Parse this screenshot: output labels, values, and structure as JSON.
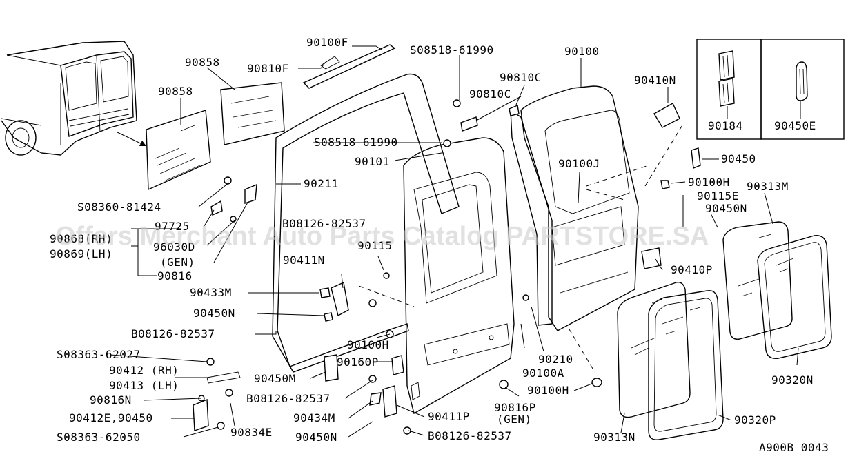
{
  "diagram": {
    "code": "A900B 0043",
    "watermark": "Offers Merchant Auto Parts Catalog PARTSTORE.SA",
    "labels": {
      "l_90100F": "90100F",
      "l_08518a": "S08518-61990",
      "l_90100": "90100",
      "l_90858a": "90858",
      "l_90810Fa": "90810F",
      "l_90810Ca": "90810C",
      "l_90858b": "90858",
      "l_90810Cb": "90810C",
      "l_90410N": "90410N",
      "l_08518b": "S08518-61990",
      "l_90101": "90101",
      "l_90211": "90211",
      "l_90100J": "90100J",
      "l_90450": "90450",
      "l_90100H_a": "90100H",
      "l_08360": "S08360-81424",
      "l_90313M": "90313M",
      "l_90115E": "90115E",
      "l_90450N_a": "90450N",
      "l_97725": "97725",
      "l_08126a": "B08126-82537",
      "l_90868": "90868(RH)",
      "l_90869": "90869(LH)",
      "l_96030D": "96030D",
      "l_gen1": "(GEN)",
      "l_90411N": "90411N",
      "l_90115": "90115",
      "l_90410P": "90410P",
      "l_90816": "90816",
      "l_90433M": "90433M",
      "l_90450N_b": "90450N",
      "l_08126b": "B08126-82537",
      "l_90100H_b": "90100H",
      "l_90210": "90210",
      "l_08363a": "S08363-62027",
      "l_90160P": "90160P",
      "l_90100A": "90100A",
      "l_90412": "90412 (RH)",
      "l_90413": "90413 (LH)",
      "l_90450M": "90450M",
      "l_90100H_c": "90100H",
      "l_90320N": "90320N",
      "l_90816N": "90816N",
      "l_08126c": "B08126-82537",
      "l_90816P": "90816P",
      "l_gen2": "(GEN)",
      "l_90412E": "90412E,90450",
      "l_90434M": "90434M",
      "l_90411P": "90411P",
      "l_90320P": "90320P",
      "l_08363b": "S08363-62050",
      "l_90834E": "90834E",
      "l_90450N_c": "90450N",
      "l_08126d": "B08126-82537",
      "l_90313N": "90313N",
      "l_90184": "90184",
      "l_90450E": "90450E"
    }
  }
}
